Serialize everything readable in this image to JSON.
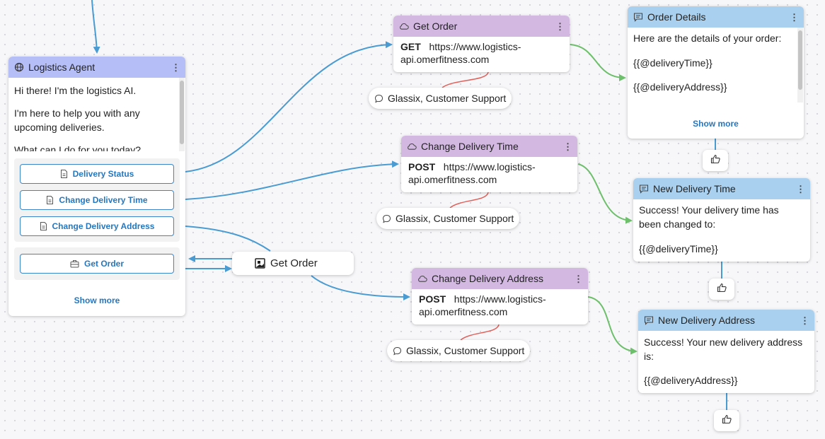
{
  "colors": {
    "wire_blue": "#4a9bd2",
    "wire_green": "#6dbf6b",
    "wire_red": "#e0625b",
    "link": "#2577c0"
  },
  "agent": {
    "title": "Logistics Agent",
    "greeting": "Hi there! I'm the logistics AI.",
    "intro": "I'm here to help you with any upcoming deliveries.",
    "question": "What can I do for you today?",
    "buttons": [
      "Delivery Status",
      "Change Delivery Time",
      "Change Delivery Address"
    ],
    "action_button": "Get Order",
    "show_more": "Show more"
  },
  "get_order_pill": {
    "label": "Get Order"
  },
  "api_nodes": [
    {
      "title": "Get Order",
      "method": "GET",
      "url": "https://www.logistics-api.omerfitness.com",
      "tag": "Glassix, Customer Support"
    },
    {
      "title": "Change Delivery Time",
      "method": "POST",
      "url": "https://www.logistics-api.omerfitness.com",
      "tag": "Glassix, Customer Support"
    },
    {
      "title": "Change Delivery Address",
      "method": "POST",
      "url": "https://www.logistics-api.omerfitness.com",
      "tag": "Glassix, Customer Support"
    }
  ],
  "url_line1": "https://www.logistics-",
  "url_line2": "api.omerfitness.com",
  "message_nodes": [
    {
      "title": "Order Details",
      "line1": "Here are the details of your order:",
      "line2": "{{@deliveryTime}}",
      "line3": "{{@deliveryAddress}}",
      "show_more": "Show more"
    },
    {
      "title": "New Delivery Time",
      "line1": "Success! Your delivery time has",
      "line1b": "been changed to:",
      "line2": "{{@deliveryTime}}"
    },
    {
      "title": "New Delivery Address",
      "line1": "Success! Your new delivery address",
      "line1b": "is:",
      "line2": "{{@deliveryAddress}}"
    }
  ],
  "icons": {
    "agent": "globe-icon",
    "api": "cloud-icon",
    "message": "message-icon",
    "tag": "chat-bubble-icon",
    "feedback": "thumbs-up-icon",
    "menu": "kebab-menu-icon",
    "document": "document-icon",
    "action": "briefcase-icon",
    "pill": "image-icon"
  }
}
